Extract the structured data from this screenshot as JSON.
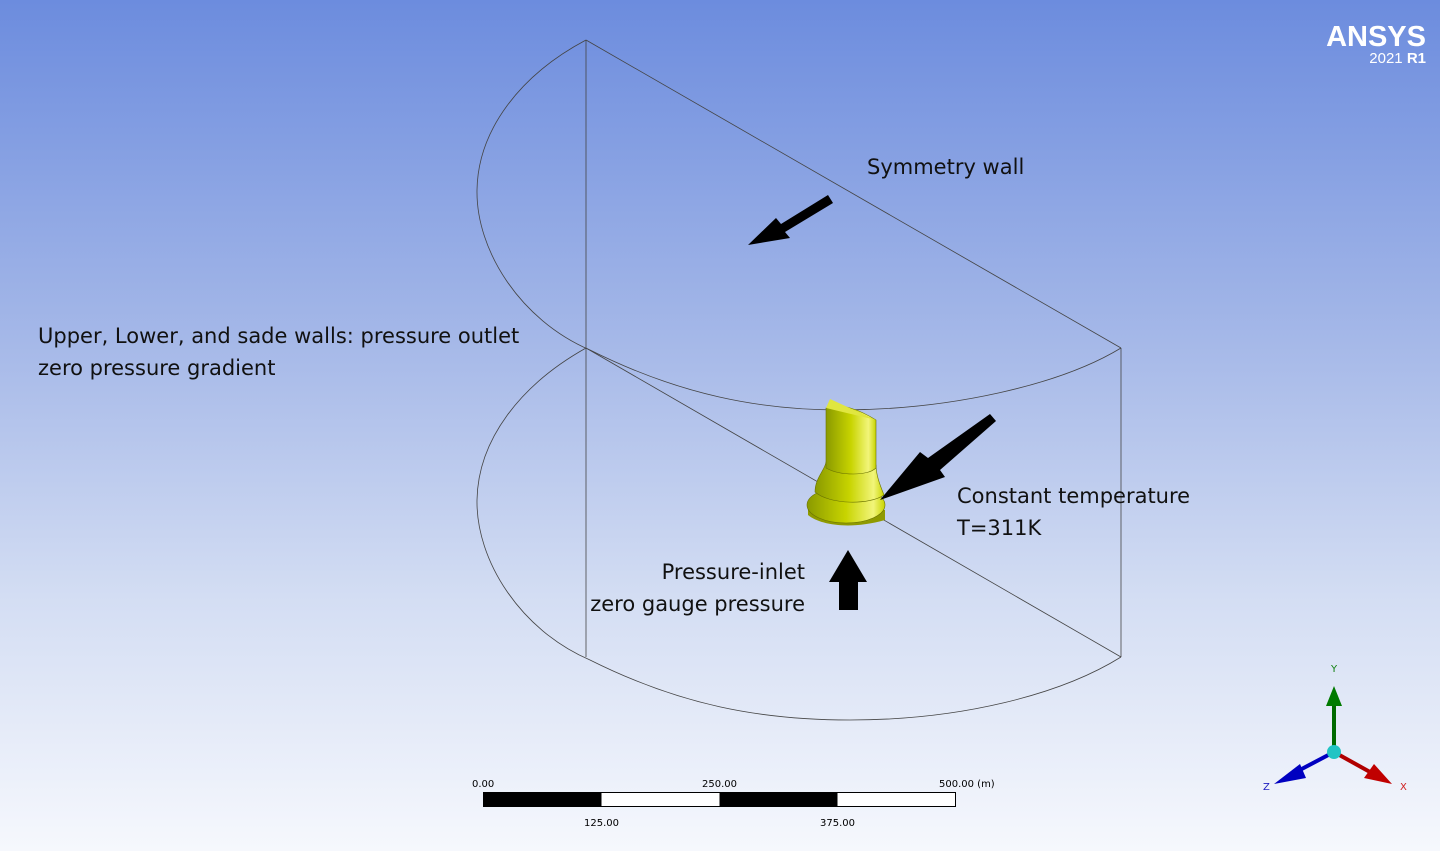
{
  "logo": {
    "brand": "ANSYS",
    "version": "2021",
    "release": "R1"
  },
  "annotations": {
    "symmetry": "Symmetry wall",
    "outlet_line1": "Upper, Lower, and sade walls: pressure outlet",
    "outlet_line2": "zero pressure gradient",
    "temp_line1": "Constant temperature",
    "temp_line2": "T=311K",
    "inlet_line1": "Pressure-inlet",
    "inlet_line2": "zero gauge pressure"
  },
  "scale_bar": {
    "t0": "0.00",
    "t250": "250.00",
    "t500": "500.00 (m)",
    "t125": "125.00",
    "t375": "375.00"
  },
  "triad": {
    "x": "X",
    "y": "Y",
    "z": "Z",
    "colors": {
      "x": "#c00000",
      "y": "#007000",
      "z": "#0000c0",
      "origin": "#20c0c0"
    }
  }
}
